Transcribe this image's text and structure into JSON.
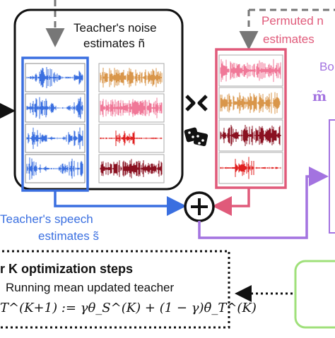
{
  "labels": {
    "teacher_noise_line1": "Teacher's noise",
    "teacher_noise_line2": "estimates ñ",
    "permuted_line1": "Permuted n",
    "permuted_line2": "estimates",
    "partial_bo": "Bo",
    "partial_m": "m̃",
    "teacher_speech_line1": "Teacher's speech",
    "teacher_speech_line2": "estimates s̃",
    "plus_symbol": "+",
    "swap_symbol": "✕",
    "optimization_title": "r K optimization steps",
    "running_mean": "Running mean updated teacher",
    "formula": "T^(K+1) := γθ_S^(K) + (1 − γ)θ̄_T^(K)"
  },
  "colors": {
    "blue": "#3a6fe0",
    "pink": "#e05a7a",
    "purple": "#a373e0",
    "orange": "#d9964a",
    "light_pink": "#f07898",
    "red": "#e02020",
    "dark_red": "#8a1020",
    "green": "#9fe07a",
    "gray_dash": "#777777"
  },
  "waveforms": {
    "speech_left": [
      "speech-wave",
      "speech-wave",
      "speech-wave",
      "speech-wave"
    ],
    "noise_right": [
      "orange-wave",
      "pink-wave",
      "red-wave",
      "darkred-wave"
    ],
    "permuted": [
      "pink-wave",
      "orange-wave",
      "darkred-wave",
      "red-wave"
    ]
  }
}
